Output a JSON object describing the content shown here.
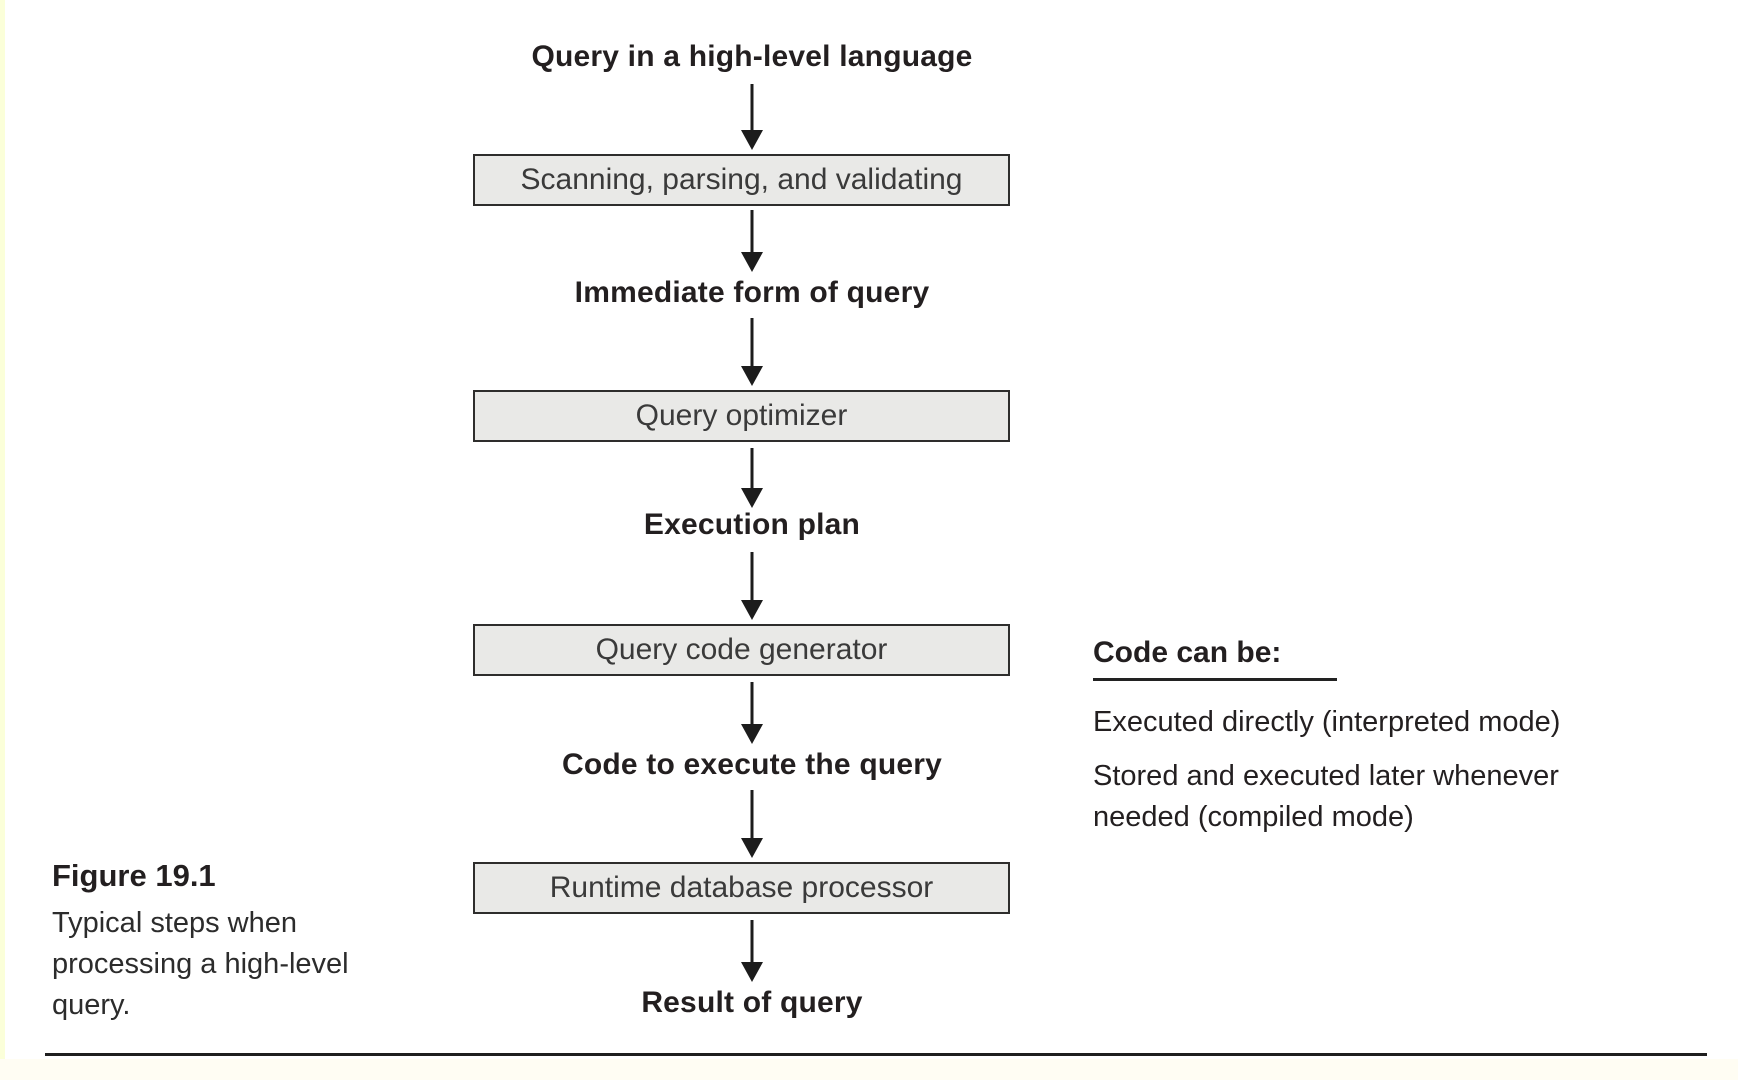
{
  "figure": {
    "number": "Figure 19.1",
    "caption_lines": [
      "Typical steps when",
      "processing a high-level",
      "query."
    ]
  },
  "flow": {
    "items": [
      {
        "type": "label",
        "text": "Query in a high-level language"
      },
      {
        "type": "box",
        "text": "Scanning, parsing, and validating"
      },
      {
        "type": "label",
        "text": "Immediate form of query"
      },
      {
        "type": "box",
        "text": "Query optimizer"
      },
      {
        "type": "label",
        "text": "Execution plan"
      },
      {
        "type": "box",
        "text": "Query code generator"
      },
      {
        "type": "label",
        "text": "Code to execute the query"
      },
      {
        "type": "box",
        "text": "Runtime database processor"
      },
      {
        "type": "label",
        "text": "Result of query"
      }
    ]
  },
  "side_note": {
    "heading": "Code can be:",
    "line1": "Executed directly (interpreted mode)",
    "line2": "Stored and executed later whenever needed (compiled mode)"
  },
  "colors": {
    "box_fill": "#e9e9e7",
    "box_border": "#2e2d2c",
    "text": "#231f20",
    "edge_strip": "#fbffd9",
    "rule": "#1f1f1f"
  }
}
